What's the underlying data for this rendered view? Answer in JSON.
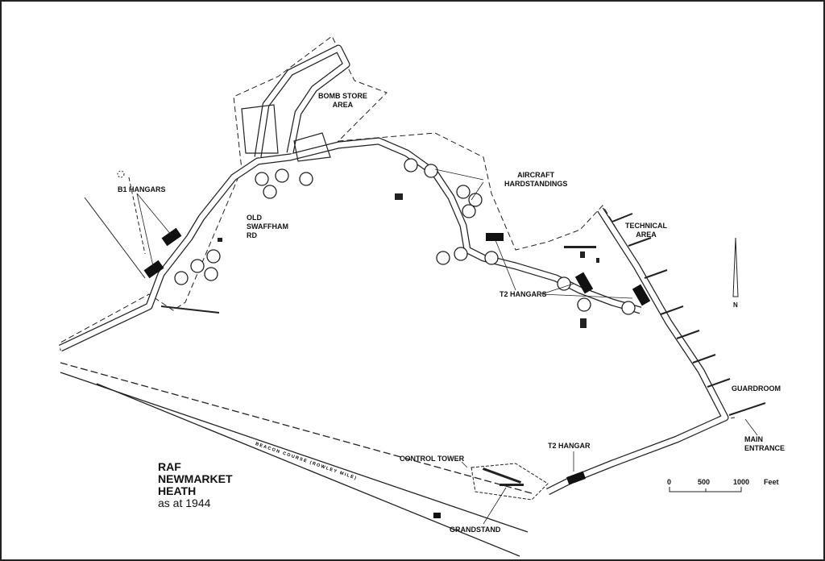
{
  "title": {
    "line1": "RAF",
    "line2": "NEWMARKET",
    "line3": "HEATH",
    "line4": "as at 1944"
  },
  "labels": {
    "bomb_store_1": "BOMB STORE",
    "bomb_store_2": "AREA",
    "b1_hangars": "B1 HANGARS",
    "old_swaffham_1": "OLD",
    "old_swaffham_2": "SWAFFHAM",
    "old_swaffham_3": "RD",
    "aircraft_1": "AIRCRAFT",
    "aircraft_2": "HARDSTANDINGS",
    "technical_1": "TECHNICAL",
    "technical_2": "AREA",
    "t2_hangars": "T2 HANGARS",
    "north": "N",
    "guardroom": "GUARDROOM",
    "main_entrance_1": "MAIN",
    "main_entrance_2": "ENTRANCE",
    "control_tower": "CONTROL TOWER",
    "t2_hangar": "T2 HANGAR",
    "grandstand": "GRANDSTAND",
    "beacon_course": "BEACON    COURSE (ROWLEY MILE)"
  },
  "scale": {
    "tick0": "0",
    "tick1": "500",
    "tick2": "1000",
    "unit": "Feet"
  }
}
